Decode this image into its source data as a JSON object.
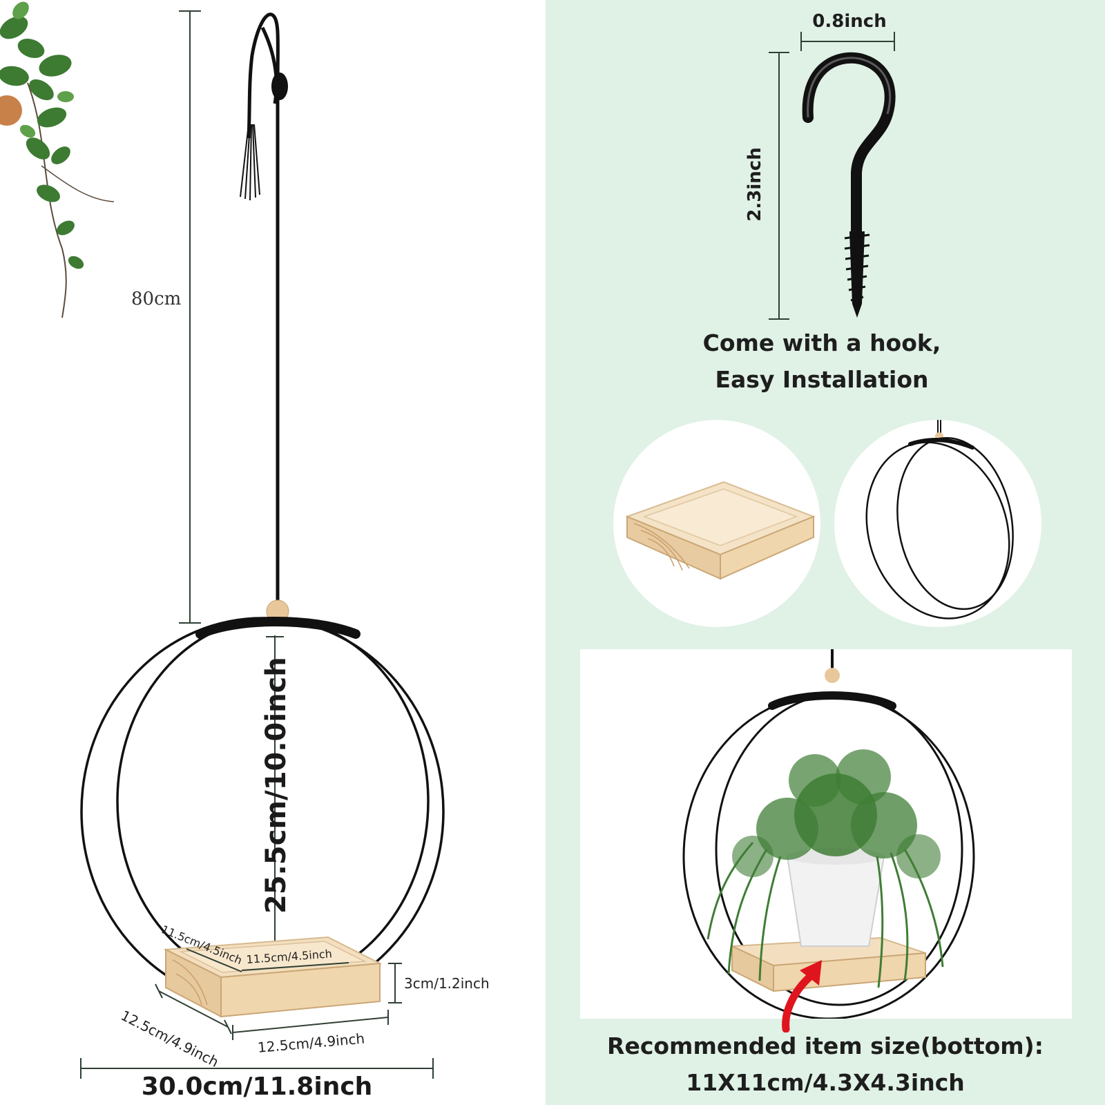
{
  "left_panel": {
    "total_length_label": "80cm",
    "ring_height_label": "25.5cm/10.0inch",
    "tray_inner_depth_label": "11.5cm/4.5inch",
    "tray_inner_width_label": "11.5cm/4.5inch",
    "tray_height_label": "3cm/1.2inch",
    "tray_outer_depth_label": "12.5cm/4.9inch",
    "tray_outer_width_label": "12.5cm/4.9inch",
    "ring_width_label": "30.0cm/11.8inch"
  },
  "right_panel": {
    "background_color": "#e0f1e6",
    "hook_width_label": "0.8inch",
    "hook_height_label": "2.3inch",
    "hook_caption_line1": "Come with a hook,",
    "hook_caption_line2": "Easy Installation",
    "recommended_line1": "Recommended item size(bottom):",
    "recommended_line2": "11X11cm/4.3X4.3inch"
  },
  "colors": {
    "wood": "#efd7b3",
    "wire": "#111111",
    "dimension_line": "#2f3f33",
    "arrow": "#e0141c",
    "leaf": "#3d7a32"
  }
}
